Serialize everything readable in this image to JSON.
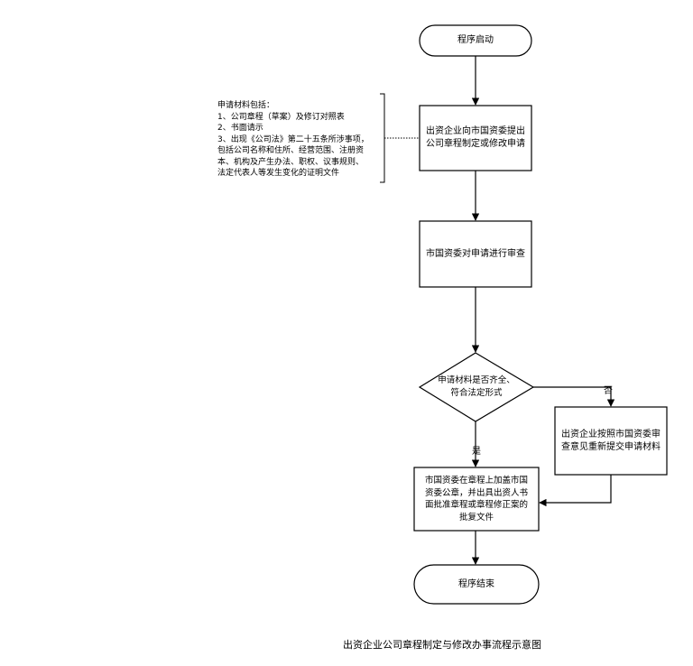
{
  "diagram": {
    "nodes": {
      "start": "程序启动",
      "submit": "出资企业向市国资委提出\n公司章程制定或修改申请",
      "review": "市国资委对申请进行审查",
      "decision": "申请材料是否齐全、\n符合法定形式",
      "resubmit": "出资企业按照市国资委审\n查意见重新提交申请材料",
      "approve": "市国资委在章程上加盖市国\n资委公章，并出具出资人书\n面批准章程或章程修正案的\n批复文件",
      "end": "程序结束"
    },
    "edge_labels": {
      "no": "否",
      "yes": "是"
    },
    "note": "申请材料包括：\n1、公司章程（草案）及修订对照表\n2、书面请示\n3、出现《公司法》第二十五条所涉事项，\n包括公司名称和住所、经营范围、注册资\n本、机构及产生办法、职权、议事规则、\n法定代表人等发生变化的证明文件",
    "caption": "出资企业公司章程制定与修改办事流程示意图"
  }
}
